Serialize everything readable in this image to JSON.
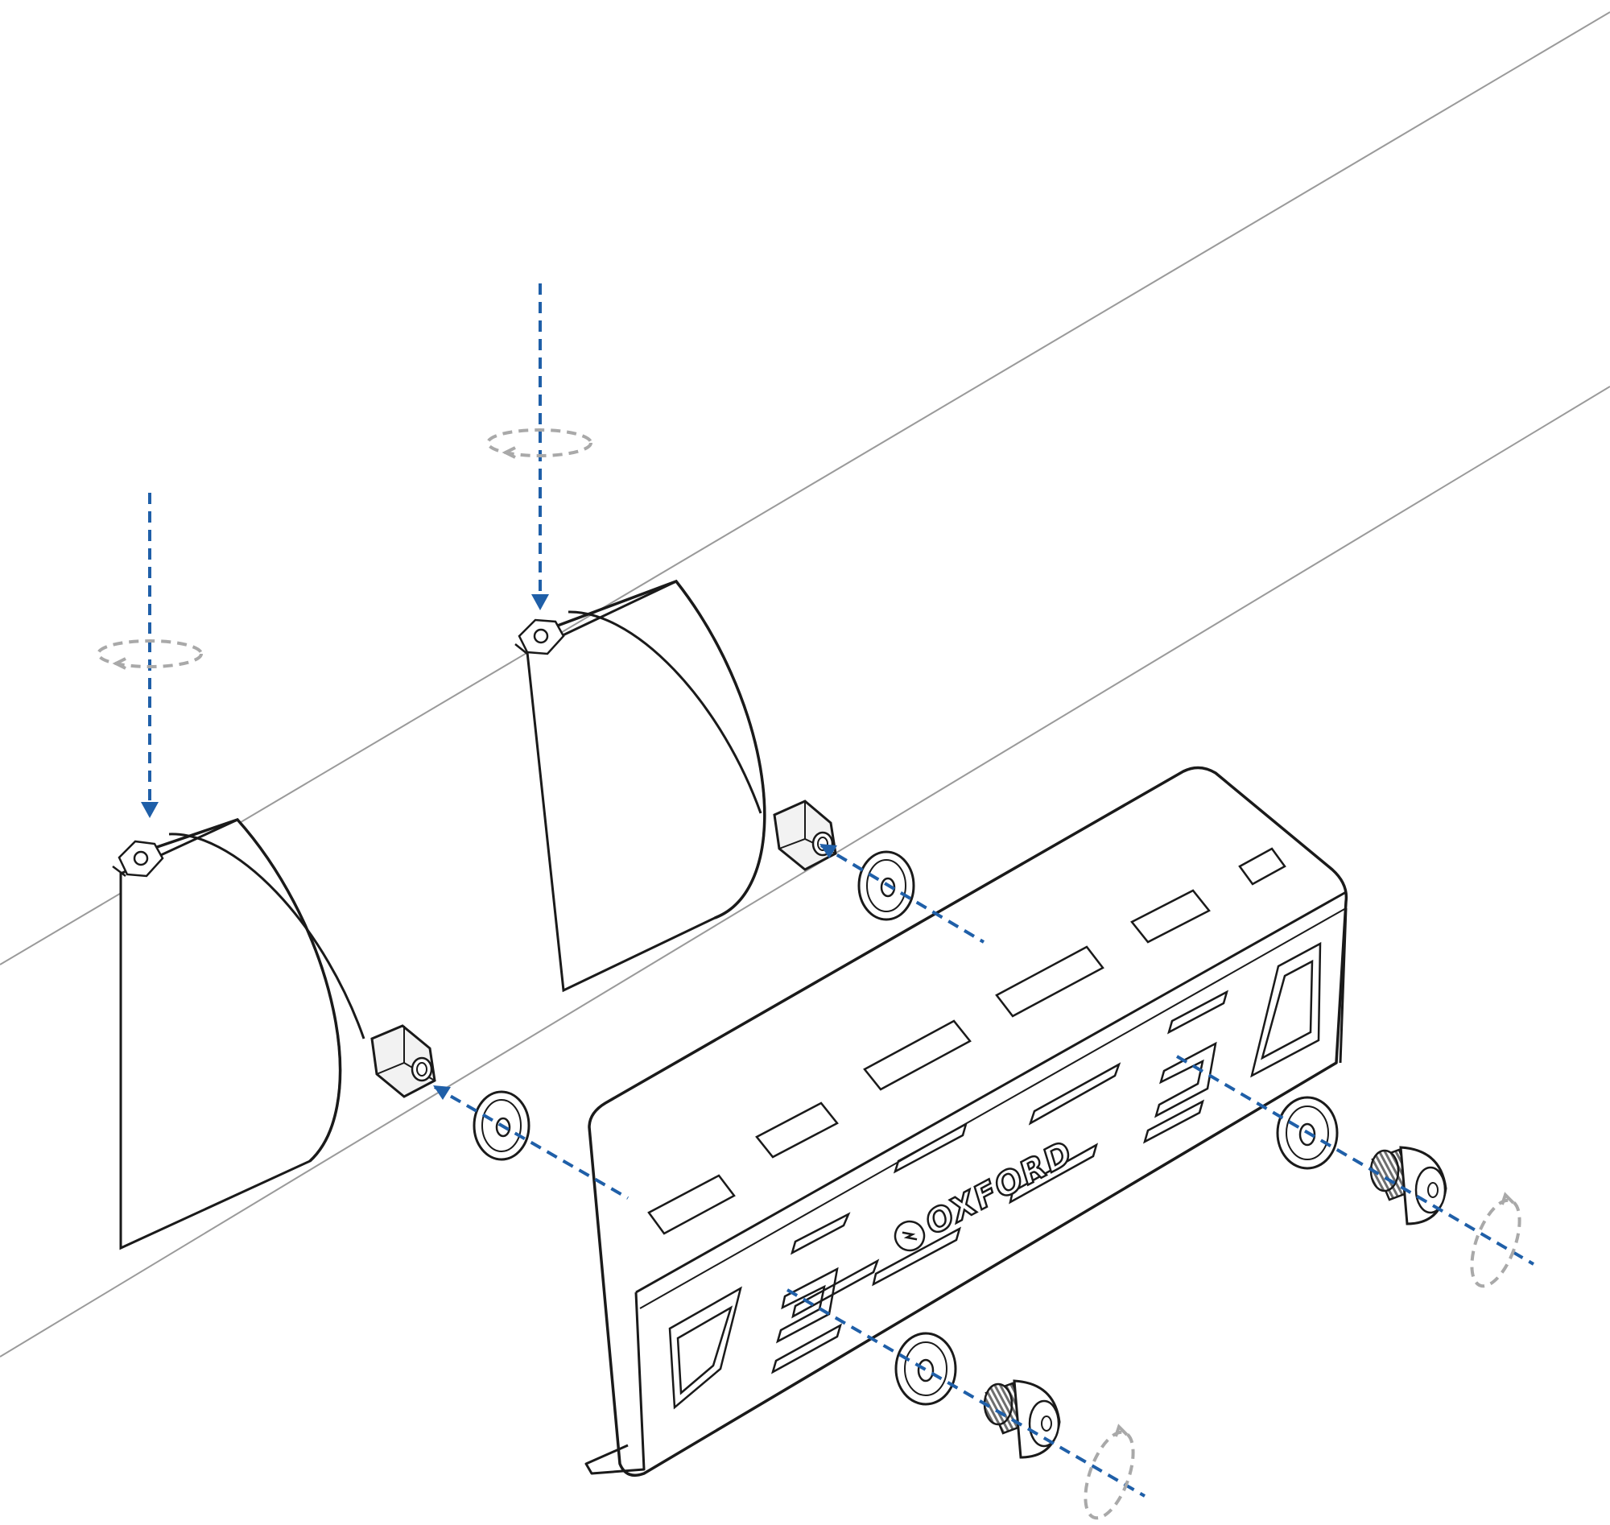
{
  "brand": {
    "logo_text": "OXFORD"
  },
  "colors": {
    "line": "#1a1a1a",
    "tube": "#9a9a9a",
    "assembly_path": "#1f5fa8",
    "rotation_hint": "#a9a9a9",
    "background": "#ffffff",
    "nut_fill": "#f2f2f2",
    "bolt_thread": "#6e6e6e"
  },
  "parts": {
    "clamp_count": 2,
    "washer_count": 4,
    "bolt_count": 2,
    "heat_shield_count": 1
  },
  "icons": [
    "downward-arrow-icon",
    "rotation-arrow-icon",
    "oxford-logo-icon"
  ]
}
